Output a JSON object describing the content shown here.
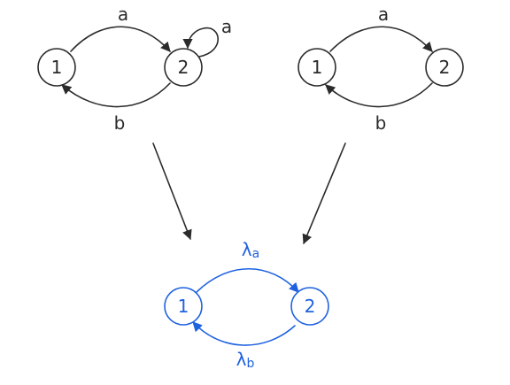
{
  "colors": {
    "ink": "#2b2b2b",
    "accent": "#1f62e0"
  },
  "left_automaton": {
    "node_1": "1",
    "node_2": "2",
    "edge_1_to_2": "a",
    "self_loop_2": "a",
    "edge_2_to_1": "b"
  },
  "right_automaton": {
    "node_1": "1",
    "node_2": "2",
    "edge_1_to_2": "a",
    "edge_2_to_1": "b"
  },
  "result_automaton": {
    "node_1": "1",
    "node_2": "2",
    "edge_1_to_2_symbol": "λ",
    "edge_1_to_2_sub": "a",
    "edge_2_to_1_symbol": "λ",
    "edge_2_to_1_sub": "b"
  }
}
